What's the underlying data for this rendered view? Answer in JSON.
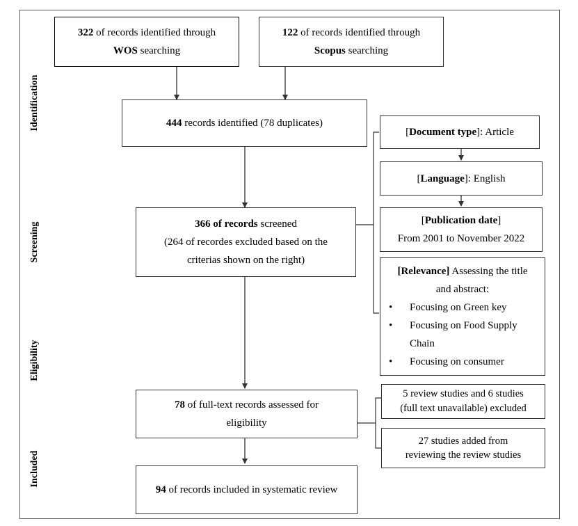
{
  "stages": {
    "identification": "Identification",
    "screening": "Screening",
    "eligibility": "Eligibility",
    "included": "Included"
  },
  "wos": {
    "count": "322",
    "text1": " of records identified through",
    "db": "WOS",
    "text2": " searching"
  },
  "scopus": {
    "count": "122",
    "text1": " of records identified through",
    "db": "Scopus",
    "text2": " searching"
  },
  "identified": {
    "count": "444",
    "text": " records identified (78 duplicates)"
  },
  "screened": {
    "bold": "366 of records",
    "text": " screened",
    "line2": "(264 of recordes excluded based on the",
    "line3": "criterias shown on the right)"
  },
  "criteria": {
    "doc_type": {
      "key": "Document type",
      "value": ": Article"
    },
    "language": {
      "key": "Language",
      "value": ": English"
    },
    "pub_date": {
      "key": "Publication date",
      "value": "From 2001 to November 2022"
    },
    "relevance": {
      "key": "[Relevance]",
      "text1": " Assessing the title",
      "text2": "and abstract:",
      "items": [
        "Focusing on Green key",
        "Focusing on Food Supply",
        "Chain",
        "Focusing on consumer"
      ]
    }
  },
  "eligibility": {
    "count": "78",
    "text1": " of full-text records assessed for",
    "text2": "eligibility"
  },
  "excluded": {
    "line1": "5 review studies and 6 studies",
    "line2": "(full text unavailable) excluded"
  },
  "added": {
    "line1": "27 studies added from",
    "line2": "reviewing the review studies"
  },
  "included": {
    "count": "94",
    "text": " of records included in systematic review"
  }
}
